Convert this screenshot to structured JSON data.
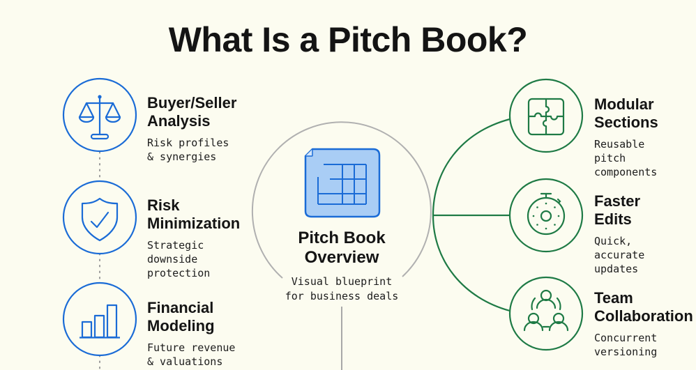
{
  "title": "What Is a Pitch Book?",
  "colors": {
    "background": "#fcfcf0",
    "left_accent": "#1a6bd6",
    "right_accent": "#1e7a45",
    "center_stroke": "#b0b0b0",
    "center_icon_fill": "#a9cdf5"
  },
  "center": {
    "icon": "spreadsheet-document-icon",
    "title": "Pitch Book\nOverview",
    "description": "Visual blueprint\nfor business deals"
  },
  "left_nodes": [
    {
      "icon": "scales-icon",
      "title": "Buyer/Seller\nAnalysis",
      "description": "Risk profiles\n& synergies"
    },
    {
      "icon": "shield-check-icon",
      "title": "Risk\nMinimization",
      "description": "Strategic\ndownside\nprotection"
    },
    {
      "icon": "bar-chart-icon",
      "title": "Financial\nModeling",
      "description": "Future revenue\n& valuations"
    }
  ],
  "right_nodes": [
    {
      "icon": "puzzle-icon",
      "title": "Modular\nSections",
      "description": "Reusable\npitch\ncomponents"
    },
    {
      "icon": "stopwatch-icon",
      "title": "Faster\nEdits",
      "description": "Quick,\naccurate\nupdates"
    },
    {
      "icon": "team-icon",
      "title": "Team\nCollaboration",
      "description": "Concurrent\nversioning"
    }
  ]
}
